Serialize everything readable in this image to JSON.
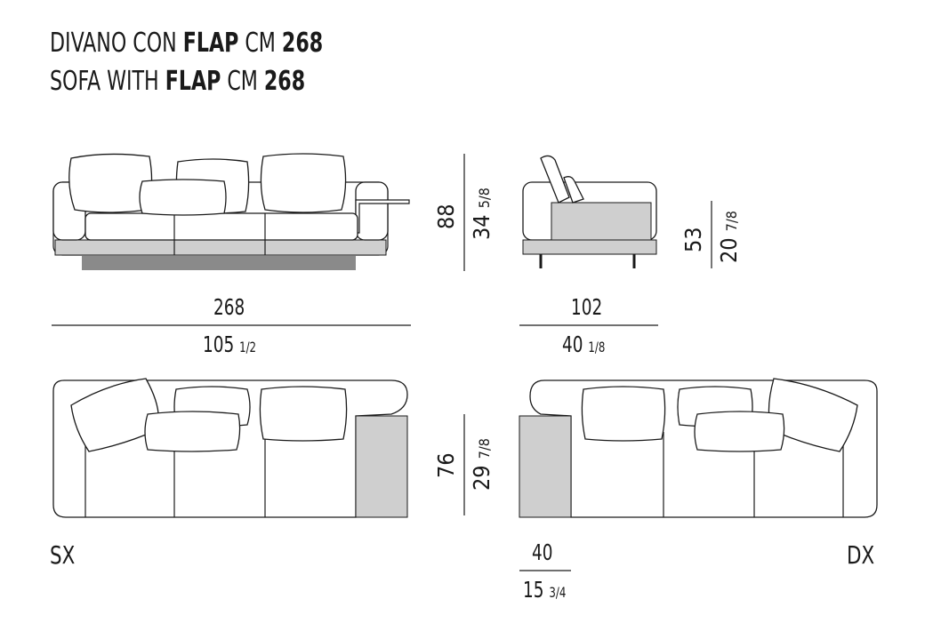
{
  "title_it": {
    "prefix": "DIVANO CON ",
    "bold1": "FLAP",
    "mid": " CM ",
    "bold2": "268"
  },
  "title_en": {
    "prefix": "SOFA WITH ",
    "bold1": "FLAP",
    "mid": " CM ",
    "bold2": "268"
  },
  "front": {
    "height_cm": "88",
    "height_in": "34",
    "height_in_frac": "5/8"
  },
  "side": {
    "seat_cm": "53",
    "seat_in": "20",
    "seat_in_frac": "7/8"
  },
  "width": {
    "cm": "268",
    "in": "105",
    "in_frac": "1/2"
  },
  "depth": {
    "cm": "102",
    "in": "40",
    "in_frac": "1/8"
  },
  "plan": {
    "depth_cm": "76",
    "depth_in": "29",
    "depth_in_frac": "7/8"
  },
  "table": {
    "cm": "40",
    "in": "15",
    "in_frac": "3/4"
  },
  "labels": {
    "left": "SX",
    "right": "DX"
  }
}
